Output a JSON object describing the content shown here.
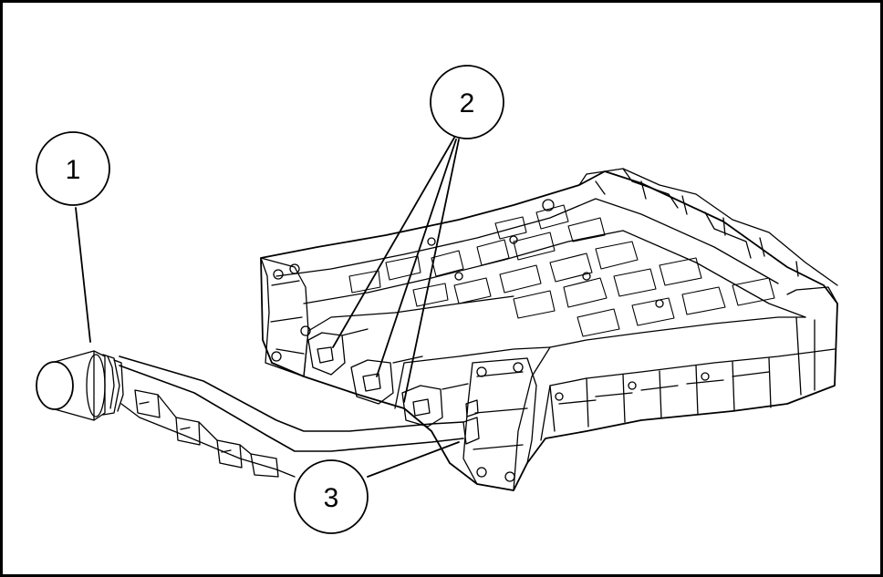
{
  "figure": {
    "callouts": [
      {
        "number": "1"
      },
      {
        "number": "2"
      },
      {
        "number": "3"
      }
    ]
  },
  "colors": {
    "line": "#000000",
    "background": "#ffffff"
  }
}
